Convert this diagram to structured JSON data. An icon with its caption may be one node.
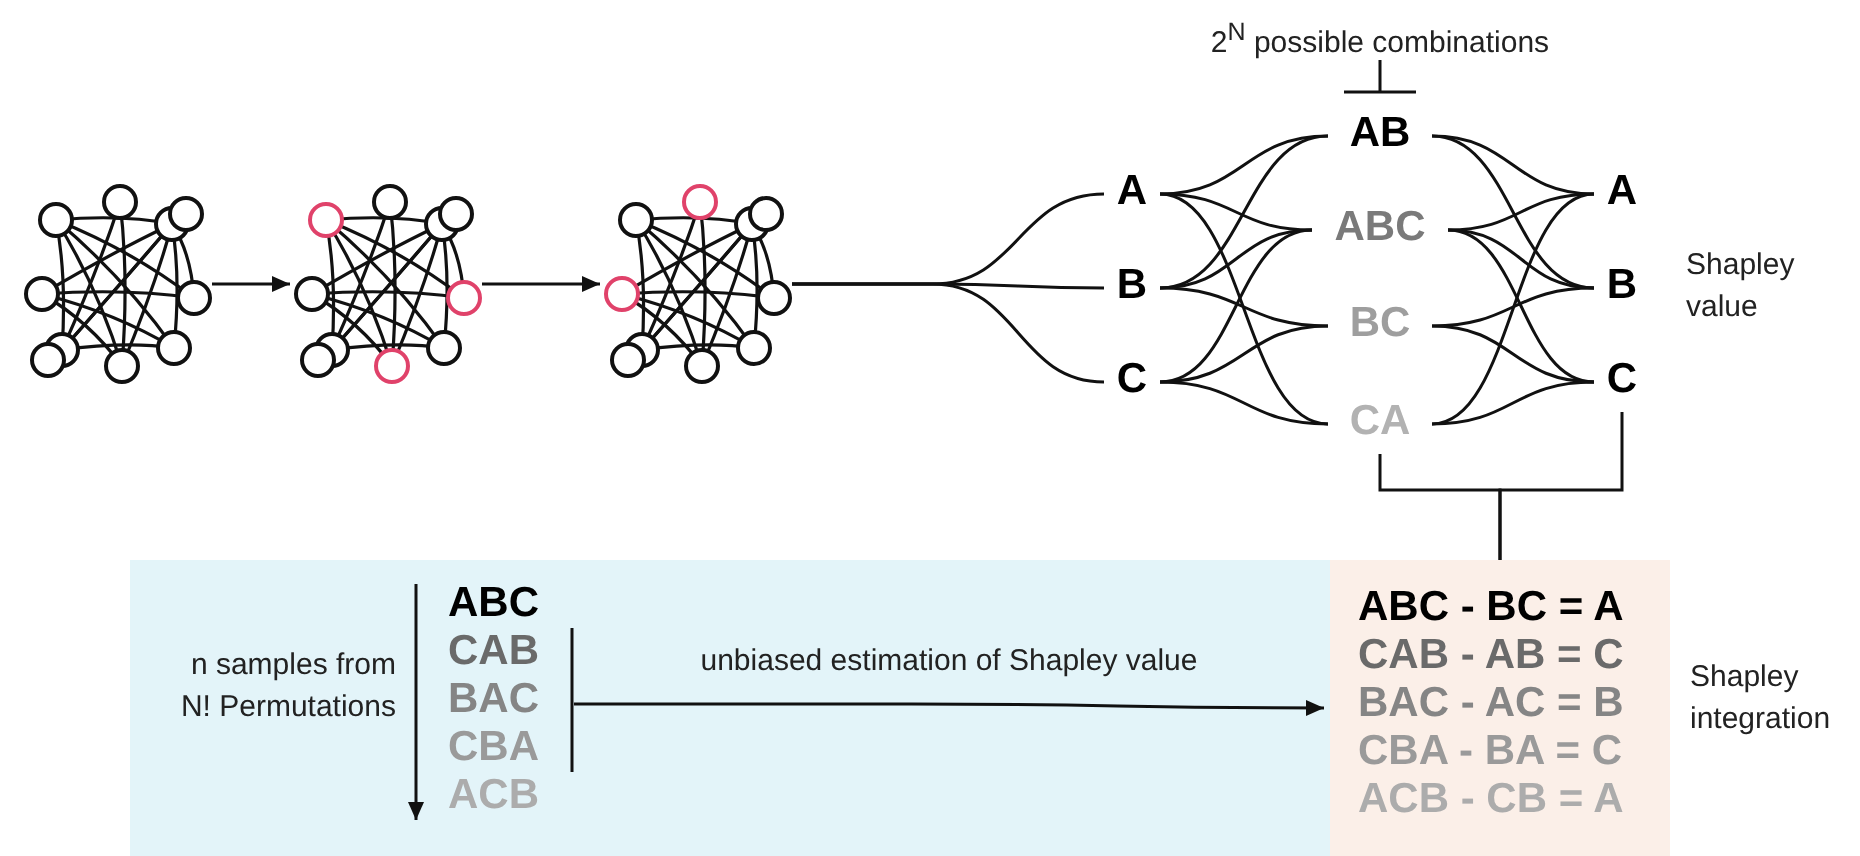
{
  "diagram": {
    "nodes": [
      {
        "text": [],
        "shape": "picture"
      },
      {
        "text": [],
        "shape": "picture"
      },
      {
        "text": [],
        "shape": "picture"
      },
      {
        "text": [
          "A"
        ]
      },
      {
        "text": [
          "B"
        ]
      },
      {
        "text": [
          "C"
        ]
      },
      {
        "text": [
          "AB"
        ]
      },
      {
        "text": [
          "ABC"
        ]
      },
      {
        "text": [
          "BC"
        ]
      },
      {
        "text": [
          "CA"
        ]
      },
      {
        "text": [
          "A"
        ]
      },
      {
        "text": [
          "B"
        ]
      },
      {
        "text": [
          "C"
        ]
      },
      {
        "text": [
          "n samples from N! Permutations"
        ]
      },
      {
        "text": [
          "ABC",
          "CAB",
          "BAC",
          "CBA",
          "ACB"
        ],
        "in": 13
      },
      {
        "text": [
          "ABC - BC = A",
          "CAB - AB = C",
          "BAC - AC = B",
          "CBA - BA = C",
          "ACB - CB = A"
        ],
        "beside": [
          "Shapley integration"
        ]
      }
    ],
    "edges": [
      {
        "from": 0,
        "to": 1,
        "arrow": "to"
      },
      {
        "from": 1,
        "to": 2,
        "arrow": "to"
      },
      {
        "from": 2,
        "to": 3,
        "arrow": "none"
      },
      {
        "from": 2,
        "to": 4,
        "arrow": "none"
      },
      {
        "from": 2,
        "to": 5,
        "arrow": "none"
      },
      {
        "from": 3,
        "to": 6,
        "arrow": "none"
      },
      {
        "from": 3,
        "to": 7,
        "arrow": "none"
      },
      {
        "from": 3,
        "to": 9,
        "arrow": "none"
      },
      {
        "from": 4,
        "to": 6,
        "arrow": "none"
      },
      {
        "from": 4,
        "to": 7,
        "arrow": "none"
      },
      {
        "from": 4,
        "to": 8,
        "arrow": "none"
      },
      {
        "from": 5,
        "to": 7,
        "arrow": "none"
      },
      {
        "from": 5,
        "to": 8,
        "arrow": "none"
      },
      {
        "from": 5,
        "to": 9,
        "arrow": "none"
      },
      {
        "from": 6,
        "to": 10,
        "arrow": "none"
      },
      {
        "from": 6,
        "to": 11,
        "arrow": "none"
      },
      {
        "from": 7,
        "to": 10,
        "arrow": "none"
      },
      {
        "from": 7,
        "to": 11,
        "arrow": "none"
      },
      {
        "from": 7,
        "to": 12,
        "arrow": "none"
      },
      {
        "from": 8,
        "to": 11,
        "arrow": "none"
      },
      {
        "from": 8,
        "to": 12,
        "arrow": "none"
      },
      {
        "from": 9,
        "to": 10,
        "arrow": "none"
      },
      {
        "from": 9,
        "to": 12,
        "arrow": "none"
      },
      {
        "from": 9,
        "to": 15,
        "arrow": "none"
      },
      {
        "from": 12,
        "to": 15,
        "arrow": "none"
      },
      {
        "from": 14,
        "to": 15,
        "arrow": "to",
        "label": "unbiased estimation of Shapley value"
      }
    ],
    "labels": [
      "2$^{N}$ possible combinations",
      "Shapley value"
    ]
  }
}
